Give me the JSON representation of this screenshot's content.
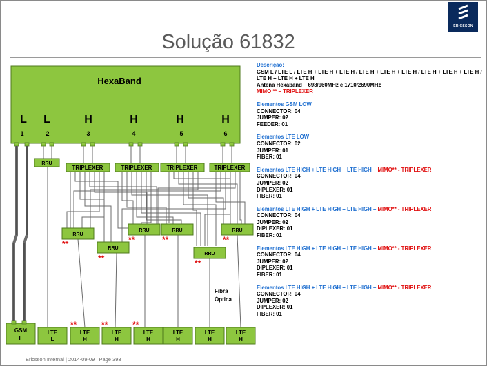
{
  "slide": {
    "title": "Solução 61832",
    "footer": "Ericsson Internal  |  2014-09-09  |  Page 393",
    "logo_text": "ERICSSON"
  },
  "antenna": {
    "name": "HexaBand",
    "band_letters": [
      "L",
      "L",
      "H",
      "H",
      "H",
      "H"
    ],
    "port_numbers": [
      "1",
      "2",
      "3",
      "4",
      "5",
      "6"
    ]
  },
  "components": {
    "triplexer_label": "TRIPLEXER",
    "rru_label": "RRU",
    "mimo_mark": "**",
    "fiber_label_line1": "Fibra",
    "fiber_label_line2": "Óptica"
  },
  "bottom_boxes": [
    {
      "line1": "GSM",
      "line2": "L"
    },
    {
      "line1": "LTE",
      "line2": "L"
    },
    {
      "line1": "LTE",
      "line2": "H"
    },
    {
      "line1": "LTE",
      "line2": "H"
    },
    {
      "line1": "LTE",
      "line2": "H"
    },
    {
      "line1": "LTE",
      "line2": "H"
    },
    {
      "line1": "LTE",
      "line2": "H"
    },
    {
      "line1": "LTE",
      "line2": "H"
    }
  ],
  "description": {
    "heading": "Descrição:",
    "bands_line": "GSM L / LTE L / LTE H + LTE H + LTE H / LTE H + LTE H + LTE H / LTE H + LTE H + LTE H / LTE H + LTE H + LTE H",
    "antenna_line": "Antena Hexaband – 698/960MHz  e  1710/2690MHz",
    "mimo_line": "MIMO ** – TRIPLEXER",
    "groups": [
      {
        "title_blue": "Elementos GSM LOW",
        "title_red": "",
        "items": [
          "CONNECTOR: 04",
          "JUMPER: 02",
          "FEEDER: 01"
        ]
      },
      {
        "title_blue": "Elementos LTE LOW",
        "title_red": "",
        "items": [
          "CONNECTOR: 02",
          "JUMPER: 01",
          "FIBER: 01"
        ]
      },
      {
        "title_blue": "Elementos  LTE HIGH + LTE HIGH + LTE HIGH –",
        "title_red": " MIMO** - TRIPLEXER",
        "items": [
          "CONNECTOR: 04",
          "JUMPER: 02",
          "DIPLEXER: 01",
          "FIBER: 01"
        ]
      },
      {
        "title_blue": "Elementos  LTE HIGH + LTE HIGH + LTE HIGH –",
        "title_red": " MIMO** - TRIPLEXER",
        "items": [
          "CONNECTOR: 04",
          "JUMPER: 02",
          "DIPLEXER: 01",
          "FIBER: 01"
        ]
      },
      {
        "title_blue": "Elementos  LTE HIGH + LTE HIGH + LTE HIGH –",
        "title_red": " MIMO** - TRIPLEXER",
        "items": [
          "CONNECTOR: 04",
          "JUMPER: 02",
          "DIPLEXER: 01",
          "FIBER: 01"
        ]
      },
      {
        "title_blue": "Elementos  LTE HIGH + LTE HIGH + LTE HIGH –",
        "title_red": " MIMO** - TRIPLEXER",
        "items": [
          "CONNECTOR: 04",
          "JUMPER: 02",
          "DIPLEXER: 01",
          "FIBER: 01"
        ]
      }
    ]
  },
  "colors": {
    "box_green": "#8dc63f",
    "box_border": "#4f7a1e",
    "line_gray": "#6b6b6b",
    "mimo_red": "#e01010",
    "heading_blue": "#1f6fd0"
  }
}
